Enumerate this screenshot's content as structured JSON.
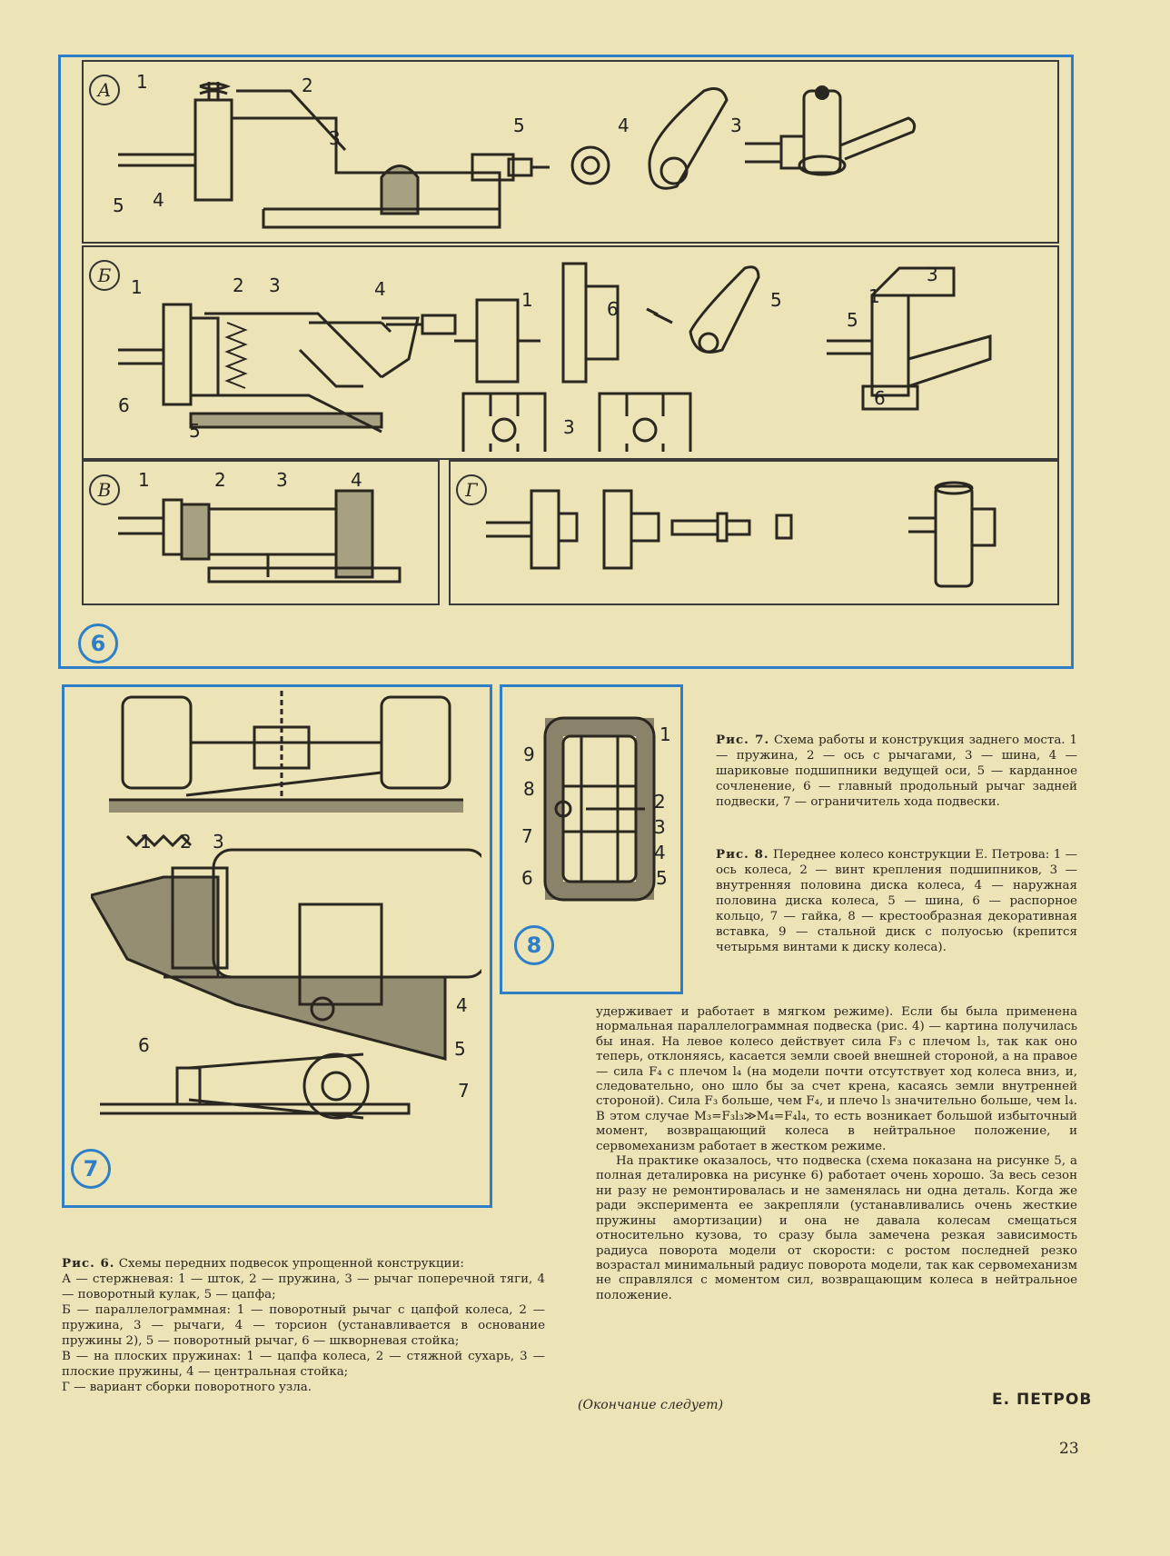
{
  "figures": {
    "fig6": {
      "badge": "6",
      "panels": [
        {
          "letter": "А",
          "labels": [
            "1",
            "2",
            "3",
            "5",
            "4",
            "5",
            "4",
            "3"
          ]
        },
        {
          "letter": "Б",
          "labels": [
            "1",
            "2",
            "3",
            "4",
            "6",
            "5",
            "1",
            "6",
            "5",
            "3",
            "3",
            "1",
            "5",
            "6"
          ]
        },
        {
          "letter": "В",
          "labels": [
            "1",
            "2",
            "3",
            "4"
          ]
        },
        {
          "letter": "Г",
          "labels": []
        }
      ]
    },
    "fig7": {
      "badge": "7",
      "labels": [
        "1",
        "2",
        "3",
        "4",
        "5",
        "6",
        "7"
      ]
    },
    "fig8": {
      "badge": "8",
      "labels": [
        "1",
        "9",
        "8",
        "2",
        "7",
        "3",
        "4",
        "6",
        "5"
      ]
    }
  },
  "captions": {
    "fig7_title": "Рис. 7.",
    "fig7_text": "Схема работы и конструкция заднего моста. 1 — пружина, 2 — ось с рычагами, 3 — шина, 4 — шариковые подшипники ведущей оси, 5 — карданное сочленение, 6 — главный продольный рычаг задней подвески, 7 — ограничитель хода подвески.",
    "fig8_title": "Рис. 8.",
    "fig8_text": "Переднее колесо конструкции Е. Петрова: 1 — ось колеса, 2 — винт крепления подшипников, 3 — внутренняя половина диска колеса, 4 — наружная половина диска колеса, 5 — шина, 6 — распорное кольцо, 7 — гайка, 8 — крестообразная декоративная вставка, 9 — стальной диск с полуосью (крепится четырьмя винтами к диску колеса).",
    "fig6_title": "Рис. 6.",
    "fig6_lines": [
      "Схемы передних подвесок упрощенной конструкции:",
      "А — стержневая: 1 — шток, 2 — пружина, 3 — рычаг поперечной тяги, 4 — поворотный кулак, 5 — цапфа;",
      "Б — параллелограммная: 1 — поворотный рычаг с цапфой колеса, 2 — пружина, 3 — рычаги, 4 — торсион (устанавливается в основание пружины 2), 5 — поворотный рычаг, 6 — шкворневая стойка;",
      "В — на плоских пружинах: 1 — цапфа колеса, 2 — стяжной сухарь, 3 — плоские пружины, 4 — центральная стойка;",
      "Г — вариант сборки поворотного узла."
    ]
  },
  "article": {
    "p1": "удерживает и работает в мягком режиме). Если бы была применена нормальная параллелограммная подвеска (рис. 4) — картина получилась бы иная. На левое колесо действует сила F₃ с плечом l₃, так как оно теперь, отклоняясь, касается земли своей внешней стороной, а на правое — сила F₄ с плечом l₄ (на модели почти отсутствует ход колеса вниз, и, следовательно, оно шло бы за счет крена, касаясь земли внутренней стороной). Сила F₃ больше, чем F₄, и плечо l₃ значительно больше, чем l₄. В этом случае M₃=F₃l₃≫M₄=F₄l₄, то есть возникает большой избыточный момент, возвращающий колеса в нейтральное положение, и сервомеханизм работает в жестком режиме.",
    "p2": "На практике оказалось, что подвеска (схема показана на рисунке 5, а полная деталировка на рисунке 6) работает очень хорошо. За весь сезон ни разу не ремонтировалась и не заменялась ни одна деталь. Когда же ради эксперимента ее закрепляли (устанавливались очень жесткие пружины амортизации) и она не давала колесам смещаться относительно кузова, то сразу была замечена резкая зависимость радиуса поворота модели от скорости: с ростом последней резко возрастал минимальный радиус поворота модели, так как сервомеханизм не справлялся с моментом сил, возвращающим колеса в нейтральное положение.",
    "to_be_continued": "(Окончание следует)",
    "author": "Е. ПЕТРОВ",
    "page_number": "23"
  },
  "colors": {
    "paper": "#ece3b6",
    "frame_blue": "#2f7fc8",
    "ink": "#2a2620"
  }
}
